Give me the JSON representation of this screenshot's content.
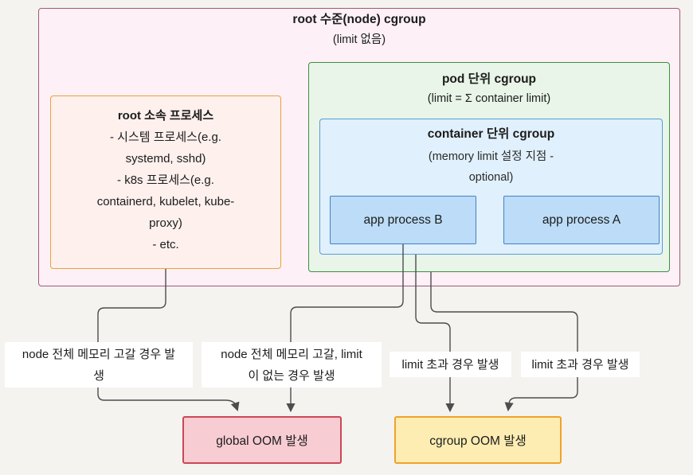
{
  "root_cgroup": {
    "title": "root 수준(node) cgroup",
    "subtitle": "(limit 없음)"
  },
  "root_processes": {
    "title": "root 소속 프로세스",
    "lines": [
      "- 시스템 프로세스(e.g.",
      "systemd, sshd)",
      "- k8s 프로세스(e.g.",
      "containerd, kubelet, kube-",
      "proxy)",
      "- etc."
    ]
  },
  "pod_cgroup": {
    "title": "pod 단위 cgroup",
    "subtitle": "(limit = Σ container limit)"
  },
  "container_cgroup": {
    "title": "container 단위 cgroup",
    "subtitle_lines": [
      "(memory limit 설정 지점 -",
      "optional)"
    ]
  },
  "processes": {
    "app_b": "app process B",
    "app_a": "app process A"
  },
  "edge_labels": {
    "global_from_root": [
      "node 전체 메모리 고갈 경우 발",
      "생"
    ],
    "global_from_app": [
      "node 전체 메모리 고갈, limit",
      "이 없는 경우 발생"
    ],
    "cgroup_limit_1": "limit 초과 경우 발생",
    "cgroup_limit_2": "limit 초과 경우 발생"
  },
  "outcomes": {
    "global_oom": "global OOM 발생",
    "cgroup_oom": "cgroup OOM 발생"
  },
  "colors": {
    "page_bg": "#f5f3ef",
    "root_box_fill": "#fdf0f7",
    "root_box_border": "#a25878",
    "procs_box_fill": "#fdf0ed",
    "procs_box_border": "#e9a23b",
    "pod_box_fill": "#e8f5e8",
    "pod_box_border": "#3e8e41",
    "container_box_fill": "#e0f0fc",
    "container_box_border": "#5b9bd5",
    "app_box_fill": "#bcdcf7",
    "app_box_border": "#4382c4",
    "global_oom_fill": "#f8ccd3",
    "global_oom_border": "#cc4757",
    "cgroup_oom_fill": "#fdedb2",
    "cgroup_oom_border": "#f0a229",
    "connector": "#4d4d4d"
  }
}
